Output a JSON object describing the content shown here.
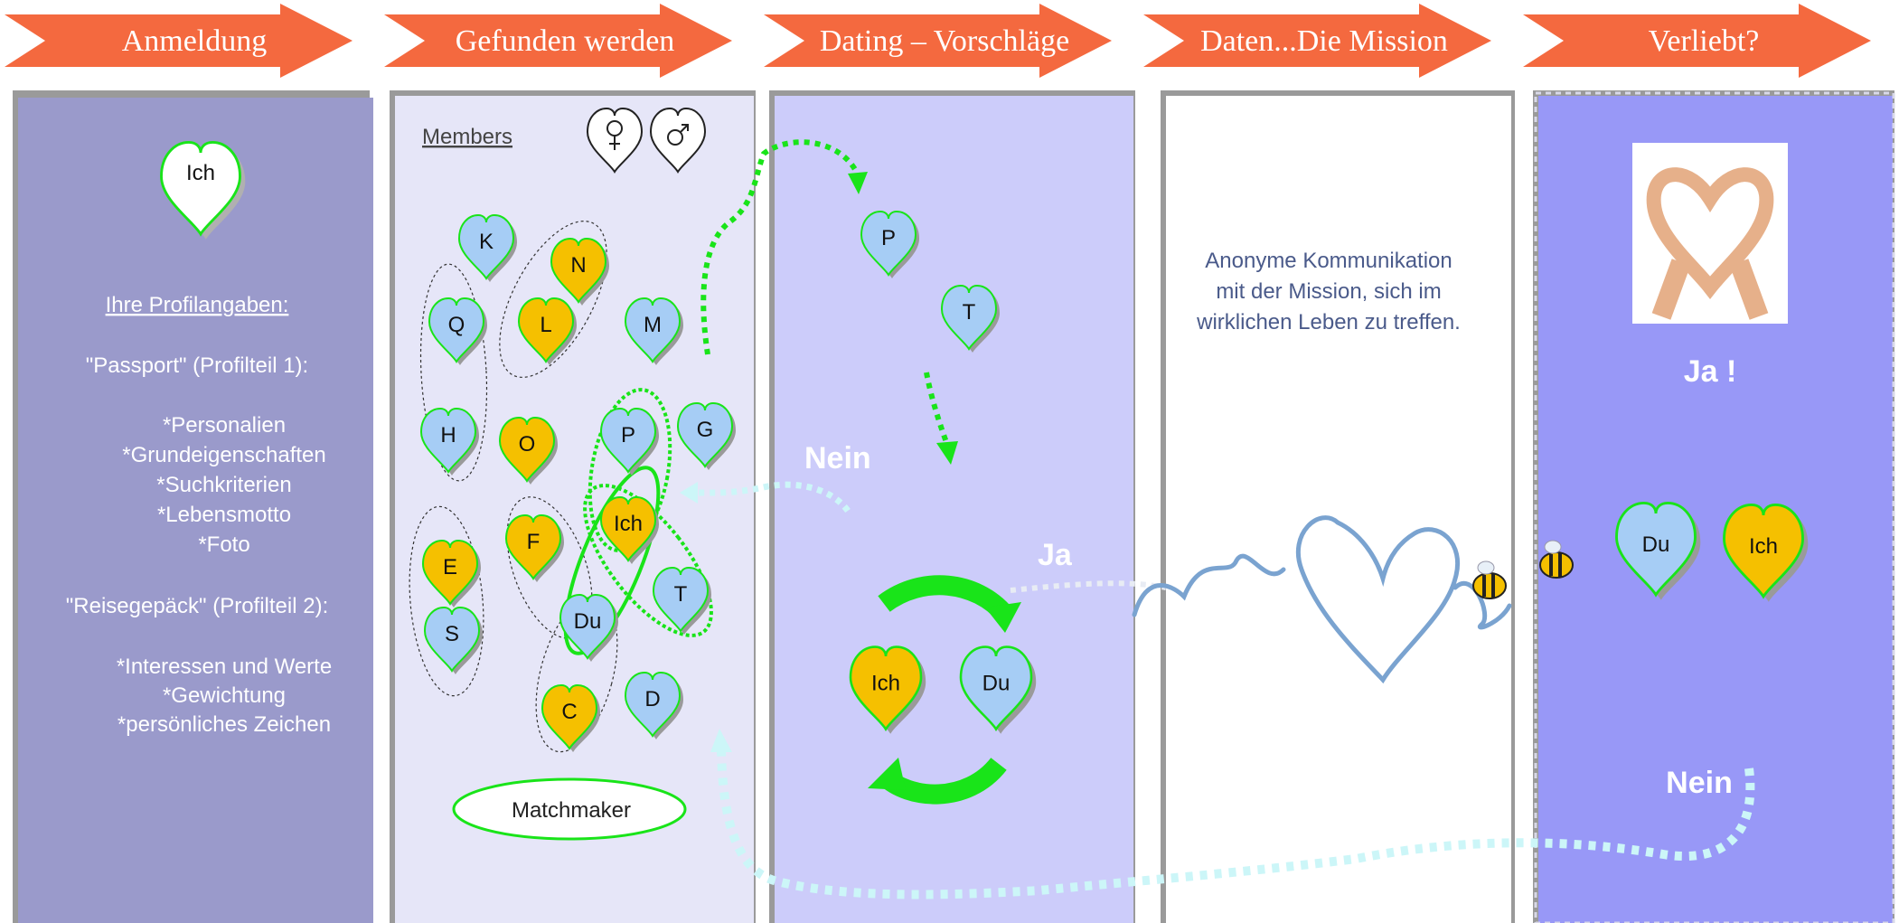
{
  "colors": {
    "arrow": "#f4693f",
    "panel1": "#9a9acb",
    "panel2": "#e6e6f8",
    "panel3": "#ccccfa",
    "panel5": "#9898f7",
    "heartBlue": "#a6cdf5",
    "heartYellow": "#f5c000",
    "green": "#19e419",
    "lightBlue": "#ccf6f8",
    "missionText": "#4a5a8a"
  },
  "steps": [
    {
      "label": "Anmeldung"
    },
    {
      "label": "Gefunden werden"
    },
    {
      "label": "Dating – Vorschläge"
    },
    {
      "label": "Daten...Die Mission"
    },
    {
      "label": "Verliebt?"
    }
  ],
  "panel1": {
    "heart": "Ich",
    "heading": "Ihre Profilangaben:",
    "passport": "\"Passport\" (Profilteil 1):",
    "passport_items": [
      "*Personalien",
      "*Grundeigenschaften",
      "*Suchkriterien",
      "*Lebensmotto",
      "*Foto"
    ],
    "luggage": "\"Reisegepäck\" (Profilteil 2):",
    "luggage_items": [
      "*Interessen und Werte",
      "*Gewichtung",
      "*persönliches Zeichen"
    ]
  },
  "panel2": {
    "members": "Members",
    "female_icon": "female-symbol-icon",
    "male_icon": "male-symbol-icon",
    "matchmaker": "Matchmaker",
    "hearts": [
      {
        "label": "K",
        "color": "blue"
      },
      {
        "label": "N",
        "color": "yellow"
      },
      {
        "label": "Q",
        "color": "blue"
      },
      {
        "label": "L",
        "color": "yellow"
      },
      {
        "label": "M",
        "color": "blue"
      },
      {
        "label": "H",
        "color": "blue"
      },
      {
        "label": "O",
        "color": "yellow"
      },
      {
        "label": "P",
        "color": "blue"
      },
      {
        "label": "G",
        "color": "blue"
      },
      {
        "label": "Ich",
        "color": "yellow"
      },
      {
        "label": "F",
        "color": "yellow"
      },
      {
        "label": "E",
        "color": "yellow"
      },
      {
        "label": "T",
        "color": "blue"
      },
      {
        "label": "S",
        "color": "blue"
      },
      {
        "label": "Du",
        "color": "blue"
      },
      {
        "label": "C",
        "color": "yellow"
      },
      {
        "label": "D",
        "color": "blue"
      }
    ]
  },
  "panel3": {
    "hearts": [
      {
        "label": "P",
        "color": "blue"
      },
      {
        "label": "T",
        "color": "blue"
      },
      {
        "label": "Ich",
        "color": "yellow"
      },
      {
        "label": "Du",
        "color": "blue"
      }
    ],
    "nein": "Nein",
    "ja": "Ja"
  },
  "panel4": {
    "text_lines": [
      "Anonyme Kommunikation",
      "mit der Mission, sich im",
      "wirklichen Leben zu treffen."
    ]
  },
  "panel5": {
    "ja": "Ja !",
    "nein": "Nein",
    "hearts": [
      {
        "label": "Du",
        "color": "blue"
      },
      {
        "label": "Ich",
        "color": "yellow"
      }
    ]
  }
}
